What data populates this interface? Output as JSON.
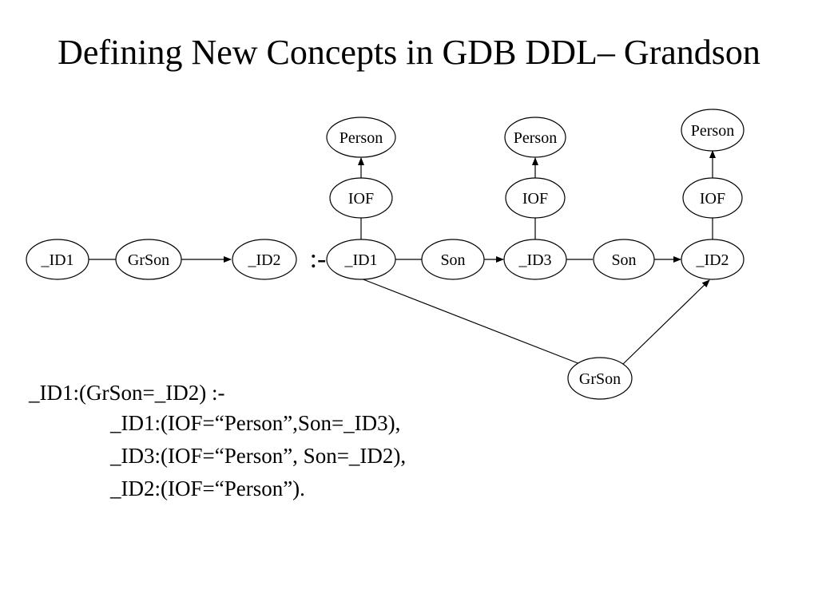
{
  "slide": {
    "title": "Defining New Concepts in GDB DDL– Grandson"
  },
  "diagram": {
    "head": {
      "nodes": {
        "id1": "_ID1",
        "grson": "GrSon",
        "id2": "_ID2"
      }
    },
    "separator": ":-",
    "body": {
      "nodes": {
        "id1": "_ID1",
        "son_a": "Son",
        "id3": "_ID3",
        "son_b": "Son",
        "id2": "_ID2",
        "iof_1": "IOF",
        "iof_2": "IOF",
        "iof_3": "IOF",
        "person_1": "Person",
        "person_2": "Person",
        "person_3": "Person",
        "grson": "GrSon"
      }
    }
  },
  "rule": {
    "head_line": "_ID1:(GrSon=_ID2) :-",
    "body_lines": [
      "_ID1:(IOF=“Person”,Son=_ID3),",
      "_ID3:(IOF=“Person”, Son=_ID2),",
      "_ID2:(IOF=“Person”)."
    ]
  }
}
